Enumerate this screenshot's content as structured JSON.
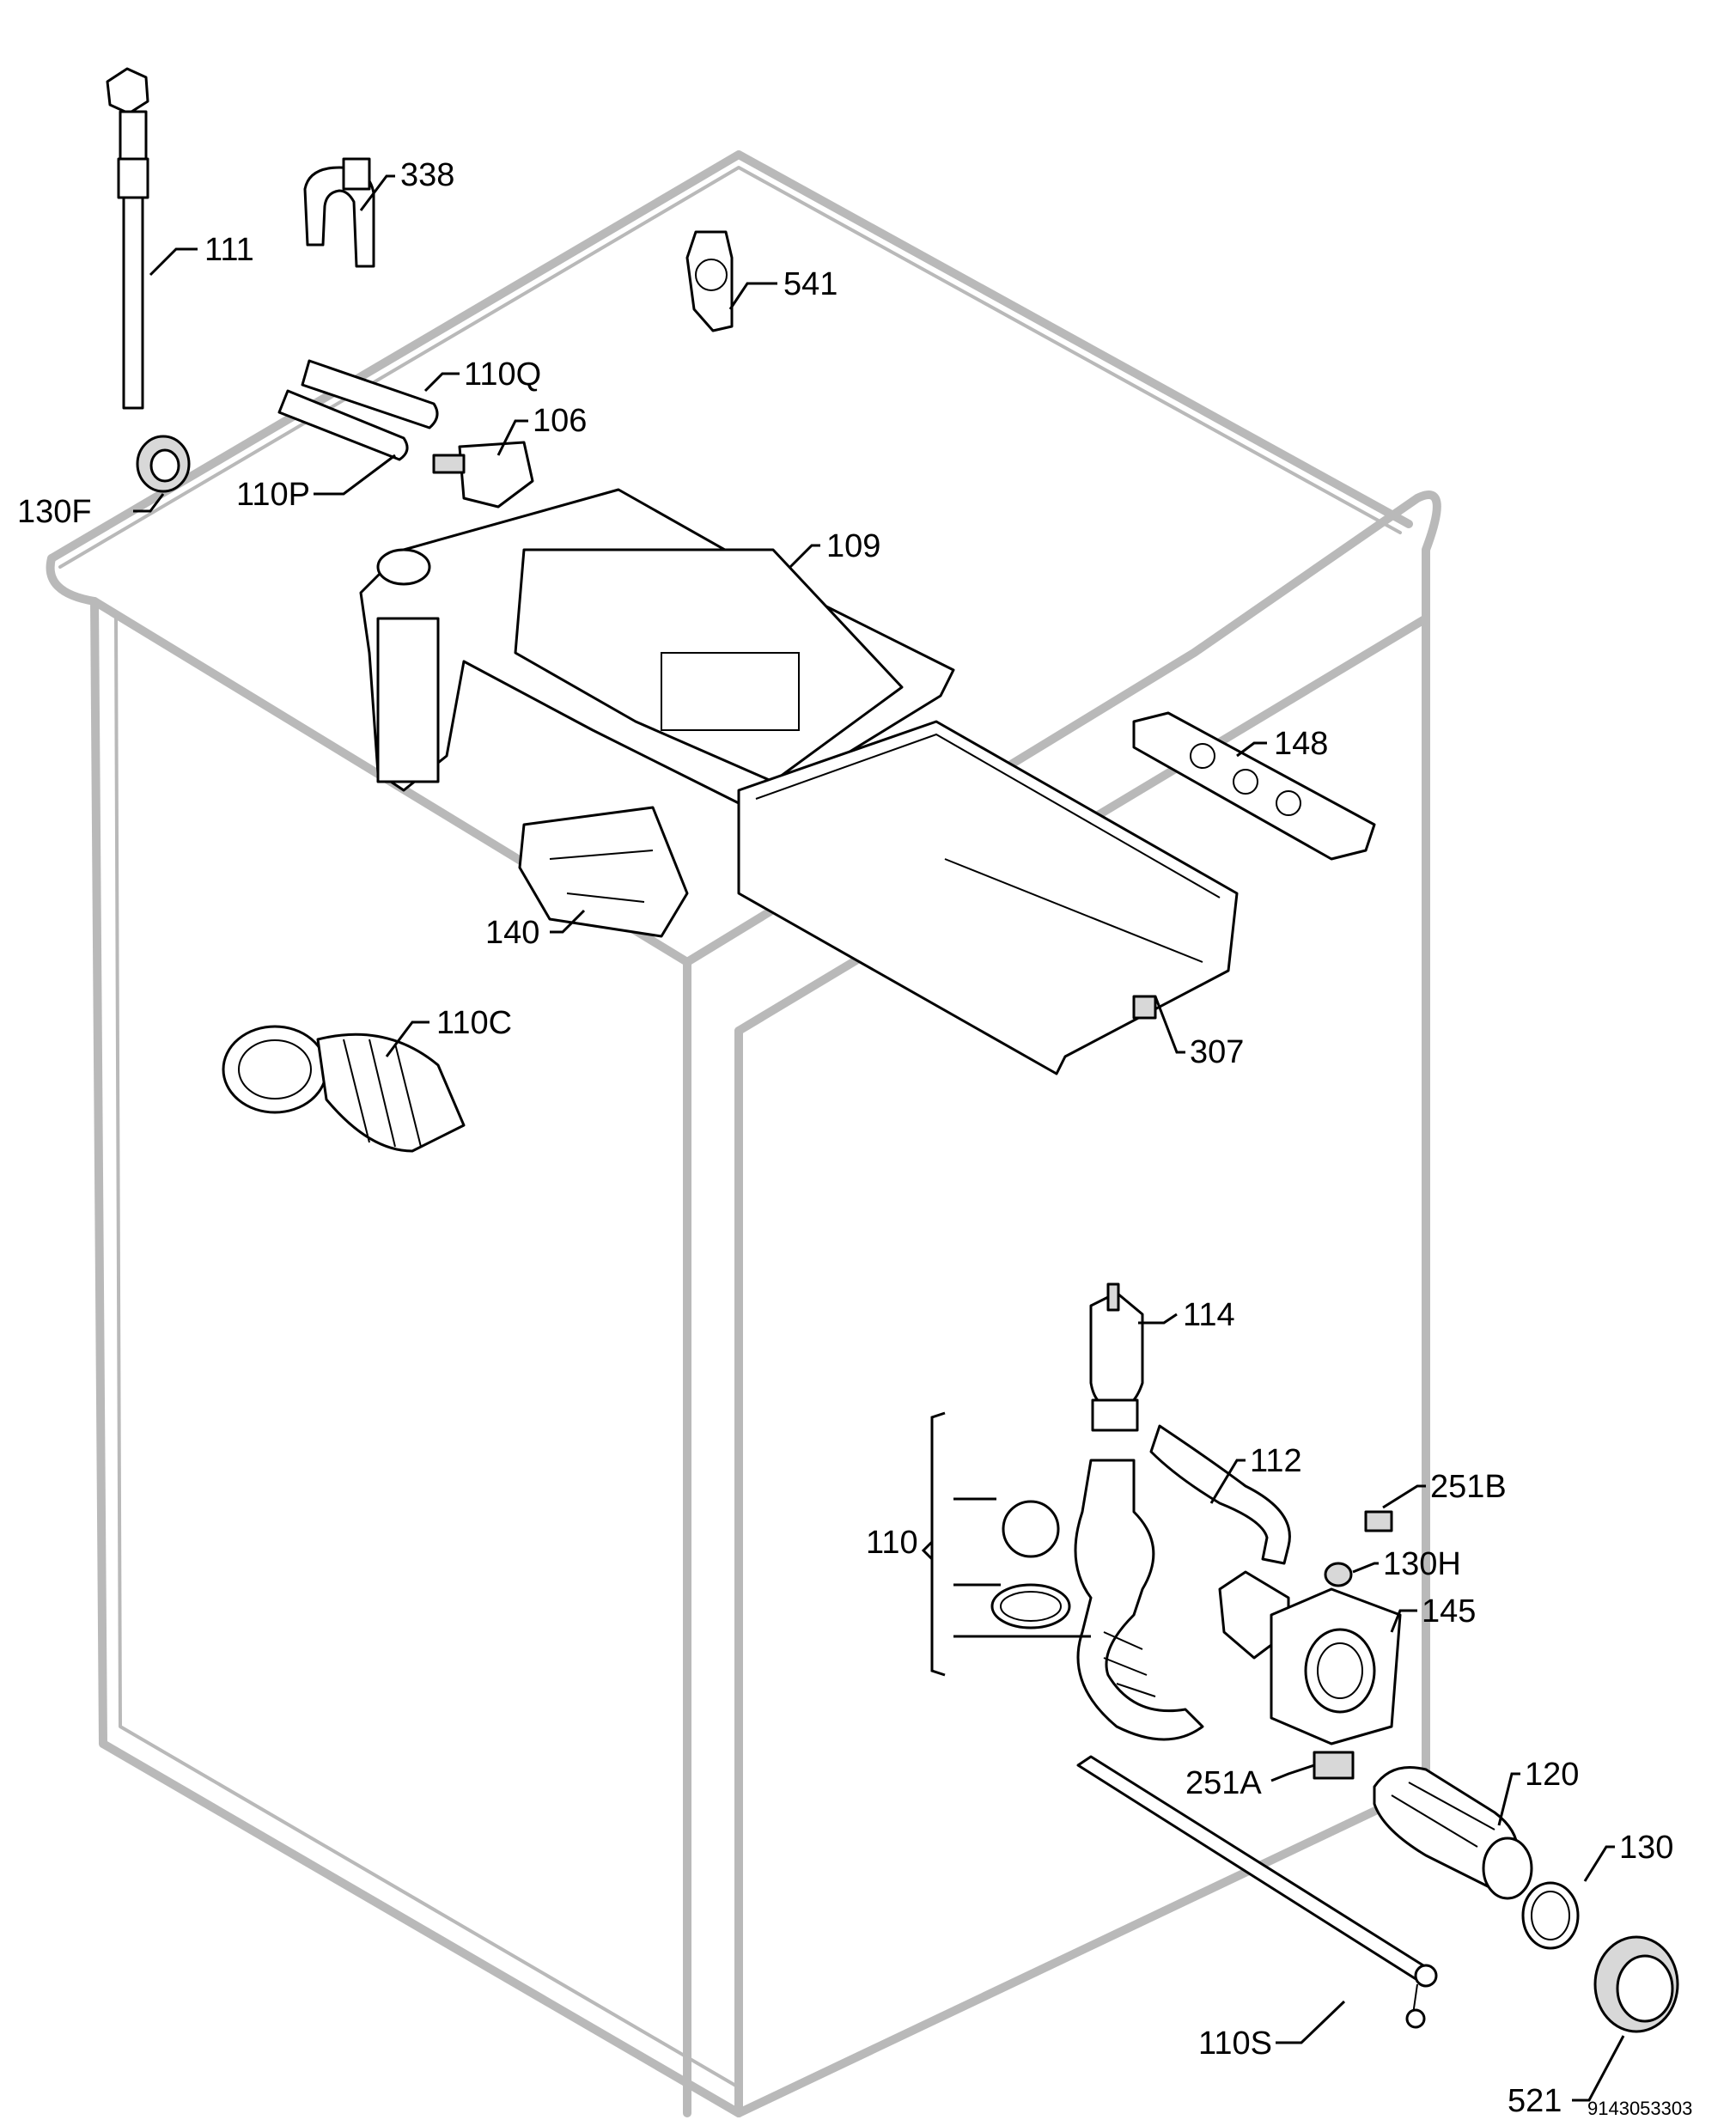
{
  "labels": {
    "l111": "111",
    "l338": "338",
    "l541": "541",
    "l110Q": "110Q",
    "l106": "106",
    "l110P": "110P",
    "l130F": "130F",
    "l109": "109",
    "l148": "148",
    "l140": "140",
    "l110C": "110C",
    "l307": "307",
    "l114": "114",
    "l112": "112",
    "l251B": "251B",
    "l110": "110",
    "l130H": "130H",
    "l145": "145",
    "l251A": "251A",
    "l120": "120",
    "l130": "130",
    "l110S": "110S",
    "l521": "521"
  },
  "document_id": "9143053303"
}
